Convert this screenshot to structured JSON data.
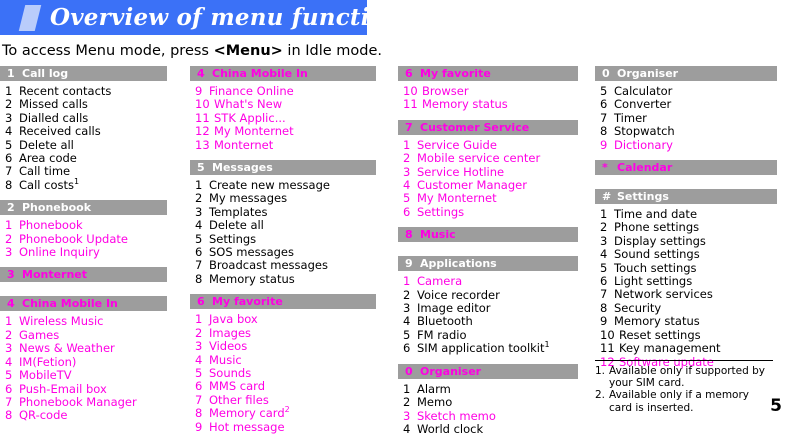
{
  "banner": {
    "title": "Overview of menu functions"
  },
  "intro": {
    "before": "To access Menu mode, press ",
    "key": "<Menu>",
    "after": " in Idle mode."
  },
  "colors": {
    "banner_bg": "#3b71f7",
    "banner_accent": "#b9ccfb",
    "header_bg": "#9d9d9d",
    "pink": "#ff00e4",
    "text": "#000000"
  },
  "columns": [
    {
      "id": "col1",
      "sections": [
        {
          "num": "1",
          "label": "Call log",
          "head_pink": false,
          "items": [
            {
              "num": "1",
              "label": "Recent contacts",
              "pink": false
            },
            {
              "num": "2",
              "label": "Missed calls",
              "pink": false
            },
            {
              "num": "3",
              "label": "Dialled calls",
              "pink": false
            },
            {
              "num": "4",
              "label": "Received calls",
              "pink": false
            },
            {
              "num": "5",
              "label": "Delete all",
              "pink": false
            },
            {
              "num": "6",
              "label": "Area code",
              "pink": false
            },
            {
              "num": "7",
              "label": "Call time",
              "pink": false
            },
            {
              "num": "8",
              "label": "Call costs",
              "sup": "1",
              "pink": false
            }
          ]
        },
        {
          "num": "2",
          "label": "Phonebook",
          "head_pink": false,
          "items": [
            {
              "num": "1",
              "label": "Phonebook",
              "pink": true
            },
            {
              "num": "2",
              "label": "Phonebook Update",
              "pink": true
            },
            {
              "num": "3",
              "label": "Online Inquiry",
              "pink": true
            }
          ]
        },
        {
          "num": "3",
          "label": "Monternet",
          "head_pink": true,
          "items": []
        },
        {
          "num": "4",
          "label": "China Mobile In",
          "head_pink": true,
          "items": [
            {
              "num": "1",
              "label": "Wireless Music",
              "pink": true
            },
            {
              "num": "2",
              "label": "Games",
              "pink": true
            },
            {
              "num": "3",
              "label": "News & Weather",
              "pink": true
            },
            {
              "num": "4",
              "label": "IM(Fetion)",
              "pink": true
            },
            {
              "num": "5",
              "label": "MobileTV",
              "pink": true
            },
            {
              "num": "6",
              "label": "Push-Email box",
              "pink": true
            },
            {
              "num": "7",
              "label": "Phonebook Manager",
              "pink": true
            },
            {
              "num": "8",
              "label": "QR-code",
              "pink": true
            }
          ]
        }
      ]
    },
    {
      "id": "col2",
      "sections": [
        {
          "num": "4",
          "label": "China Mobile In",
          "head_pink": true,
          "items": [
            {
              "num": "9",
              "label": "Finance Online",
              "pink": true
            },
            {
              "num": "10",
              "label": "What's New",
              "pink": true,
              "wide": true
            },
            {
              "num": "11",
              "label": "STK Applic...",
              "pink": true,
              "wide": true
            },
            {
              "num": "12",
              "label": "My Monternet",
              "pink": true,
              "wide": true
            },
            {
              "num": "13",
              "label": "Monternet",
              "pink": true,
              "wide": true
            }
          ]
        },
        {
          "num": "5",
          "label": "Messages",
          "head_pink": false,
          "items": [
            {
              "num": "1",
              "label": "Create new message",
              "pink": false
            },
            {
              "num": "2",
              "label": "My messages",
              "pink": false
            },
            {
              "num": "3",
              "label": "Templates",
              "pink": false
            },
            {
              "num": "4",
              "label": "Delete all",
              "pink": false
            },
            {
              "num": "5",
              "label": "Settings",
              "pink": false
            },
            {
              "num": "6",
              "label": "SOS messages",
              "pink": false
            },
            {
              "num": "7",
              "label": "Broadcast messages",
              "pink": false
            },
            {
              "num": "8",
              "label": "Memory status",
              "pink": false
            }
          ]
        },
        {
          "num": "6",
          "label": "My favorite",
          "head_pink": true,
          "items": [
            {
              "num": "1",
              "label": "Java box",
              "pink": true
            },
            {
              "num": "2",
              "label": "Images",
              "pink": true
            },
            {
              "num": "3",
              "label": "Videos",
              "pink": true
            },
            {
              "num": "4",
              "label": "Music",
              "pink": true
            },
            {
              "num": "5",
              "label": "Sounds",
              "pink": true
            },
            {
              "num": "6",
              "label": "MMS card",
              "pink": true
            },
            {
              "num": "7",
              "label": "Other files",
              "pink": true
            },
            {
              "num": "8",
              "label": "Memory card",
              "sup": "2",
              "pink": true
            },
            {
              "num": "9",
              "label": "Hot message",
              "pink": true
            }
          ]
        }
      ]
    },
    {
      "id": "col3",
      "sections": [
        {
          "num": "6",
          "label": "My favorite",
          "head_pink": true,
          "items": [
            {
              "num": "10",
              "label": "Browser",
              "pink": true,
              "wide": true
            },
            {
              "num": "11",
              "label": "Memory status",
              "pink": true,
              "wide": true
            }
          ]
        },
        {
          "num": "7",
          "label": "Customer Service",
          "head_pink": true,
          "items": [
            {
              "num": "1",
              "label": "Service Guide",
              "pink": true
            },
            {
              "num": "2",
              "label": "Mobile service center",
              "pink": true
            },
            {
              "num": "3",
              "label": "Service Hotline",
              "pink": true
            },
            {
              "num": "4",
              "label": "Customer Manager",
              "pink": true
            },
            {
              "num": "5",
              "label": "My Monternet",
              "pink": true
            },
            {
              "num": "6",
              "label": "Settings",
              "pink": true
            }
          ]
        },
        {
          "num": "8",
          "label": "Music",
          "head_pink": true,
          "items": []
        },
        {
          "num": "9",
          "label": "Applications",
          "head_pink": false,
          "items": [
            {
              "num": "1",
              "label": "Camera",
              "pink": true
            },
            {
              "num": "2",
              "label": "Voice recorder",
              "pink": false
            },
            {
              "num": "3",
              "label": "Image editor",
              "pink": false
            },
            {
              "num": "4",
              "label": "Bluetooth",
              "pink": false
            },
            {
              "num": "5",
              "label": "FM radio",
              "pink": false
            },
            {
              "num": "6",
              "label": "SIM application toolkit",
              "sup": "1",
              "pink": false
            }
          ]
        },
        {
          "num": "0",
          "label": "Organiser",
          "head_pink": true,
          "items": [
            {
              "num": "1",
              "label": "Alarm",
              "pink": false
            },
            {
              "num": "2",
              "label": "Memo",
              "pink": false
            },
            {
              "num": "3",
              "label": "Sketch memo",
              "pink": true
            },
            {
              "num": "4",
              "label": "World clock",
              "pink": false
            }
          ]
        }
      ]
    },
    {
      "id": "col4",
      "sections": [
        {
          "num": "0",
          "label": "Organiser",
          "head_pink": false,
          "items": [
            {
              "num": "5",
              "label": "Calculator",
              "pink": false
            },
            {
              "num": "6",
              "label": "Converter",
              "pink": false
            },
            {
              "num": "7",
              "label": "Timer",
              "pink": false
            },
            {
              "num": "8",
              "label": "Stopwatch",
              "pink": false
            },
            {
              "num": "9",
              "label": "Dictionary",
              "pink": true
            }
          ]
        },
        {
          "num": "*",
          "label": "Calendar",
          "head_pink": true,
          "items": []
        },
        {
          "num": "#",
          "label": "Settings",
          "head_pink": false,
          "items": [
            {
              "num": "1",
              "label": "Time and date",
              "pink": false
            },
            {
              "num": "2",
              "label": "Phone settings",
              "pink": false
            },
            {
              "num": "3",
              "label": "Display settings",
              "pink": false
            },
            {
              "num": "4",
              "label": "Sound settings",
              "pink": false
            },
            {
              "num": "5",
              "label": "Touch settings",
              "pink": false
            },
            {
              "num": "6",
              "label": "Light settings",
              "pink": false
            },
            {
              "num": "7",
              "label": "Network services",
              "pink": false
            },
            {
              "num": "8",
              "label": "Security",
              "pink": false
            },
            {
              "num": "9",
              "label": "Memory status",
              "pink": false
            },
            {
              "num": "10",
              "label": "Reset settings",
              "pink": false,
              "wide": true
            },
            {
              "num": "11",
              "label": "Key management",
              "pink": false,
              "wide": true
            },
            {
              "num": "12",
              "label": "Software update",
              "pink": true,
              "wide": true
            }
          ]
        }
      ]
    }
  ],
  "footnotes": [
    {
      "mark": "1.",
      "text": "Available only if supported by your SIM card."
    },
    {
      "mark": "2.",
      "text": "Available only if a memory card is inserted."
    }
  ],
  "page_number": "5"
}
